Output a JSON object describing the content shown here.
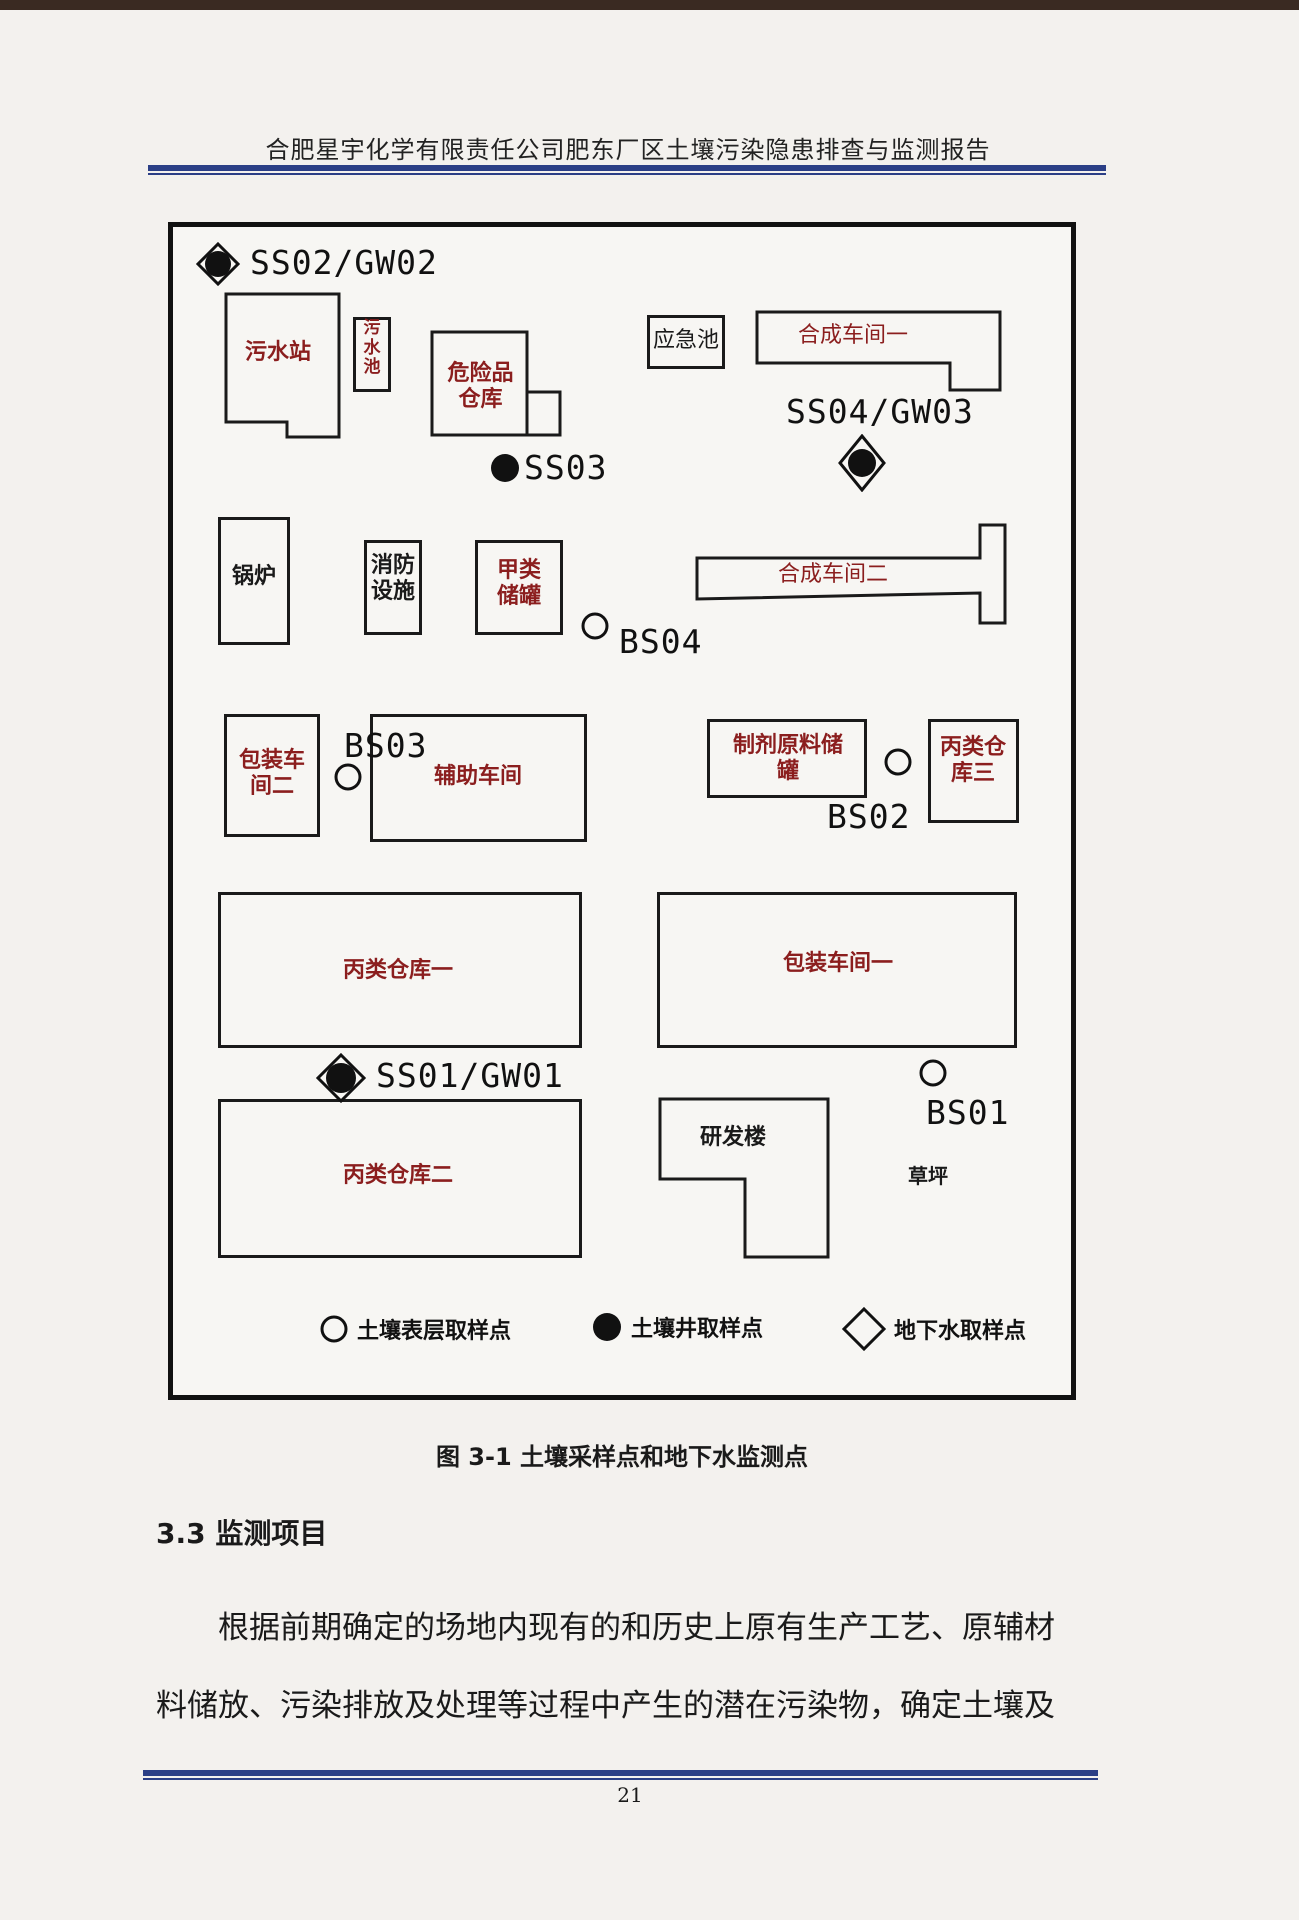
{
  "header": {
    "title": "合肥星宇化学有限责任公司肥东厂区土壤污染隐患排查与监测报告"
  },
  "figure": {
    "buildings": {
      "sewage_station": "污水站",
      "sewage_pool": "污水池",
      "hazardous_warehouse": "危险品仓库",
      "emergency_pool": "应急池",
      "synthesis_workshop_1": "合成车间一",
      "boiler": "锅炉",
      "fire_facility": "消防设施",
      "class_a_tank": "甲类储罐",
      "synthesis_workshop_2": "合成车间二",
      "packaging_workshop_2": "包装车间二",
      "auxiliary_workshop": "辅助车间",
      "formulation_tank": "制剂原料储罐",
      "class_c_warehouse_3": "丙类仓库三",
      "class_c_warehouse_1": "丙类仓库一",
      "packaging_workshop_1": "包装车间一",
      "class_c_warehouse_2": "丙类仓库二",
      "rd_building": "研发楼",
      "lawn": "草坪"
    },
    "points": {
      "ss02": "SS02/GW02",
      "ss03": "SS03",
      "ss04": "SS04/GW03",
      "bs04": "BS04",
      "bs03": "BS03",
      "bs02": "BS02",
      "ss01": "SS01/GW01",
      "bs01": "BS01"
    },
    "legend": {
      "surface_soil": "土壤表层取样点",
      "soil_well": "土壤井取样点",
      "groundwater": "地下水取样点"
    },
    "caption": "图 3-1  土壤采样点和地下水监测点"
  },
  "section": {
    "heading": "3.3 监测项目",
    "line1": "根据前期确定的场地内现有的和历史上原有生产工艺、原辅材",
    "line2": "料储放、污染排放及处理等过程中产生的潜在污染物，确定土壤及"
  },
  "footer": {
    "page_number": "21"
  },
  "colors": {
    "rule": "#2b3f86",
    "building_label": "#8b1e1e"
  }
}
